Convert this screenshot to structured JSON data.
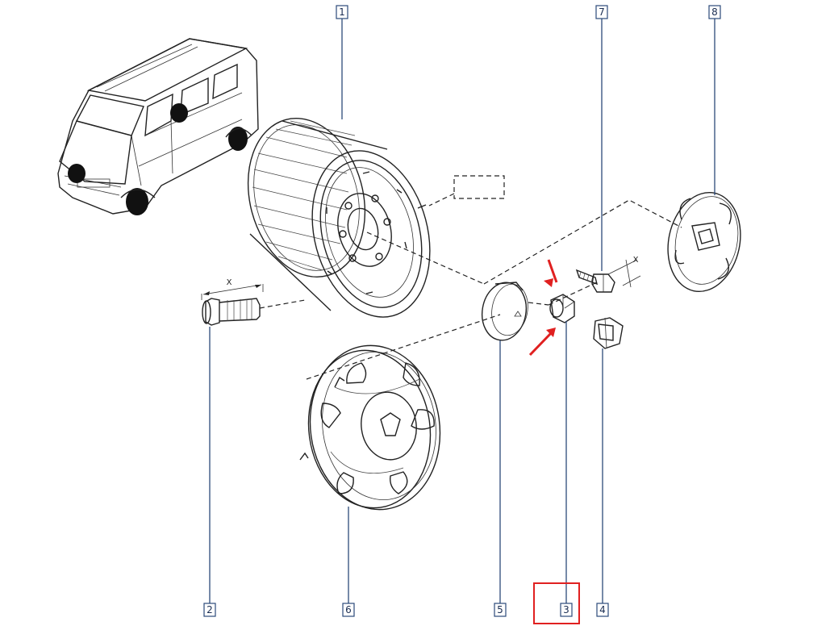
{
  "callouts": [
    {
      "id": "1",
      "label": "1"
    },
    {
      "id": "2",
      "label": "2"
    },
    {
      "id": "3",
      "label": "3"
    },
    {
      "id": "4",
      "label": "4"
    },
    {
      "id": "5",
      "label": "5"
    },
    {
      "id": "6",
      "label": "6"
    },
    {
      "id": "7",
      "label": "7"
    },
    {
      "id": "8",
      "label": "8"
    }
  ],
  "dimension_labels": {
    "stud_length": "X",
    "bolt_length": "X"
  },
  "highlight": {
    "part": "3",
    "color": "#e02020"
  },
  "colors": {
    "leader": "#2c4a7a",
    "line": "#222222",
    "arrow": "#e02020"
  }
}
